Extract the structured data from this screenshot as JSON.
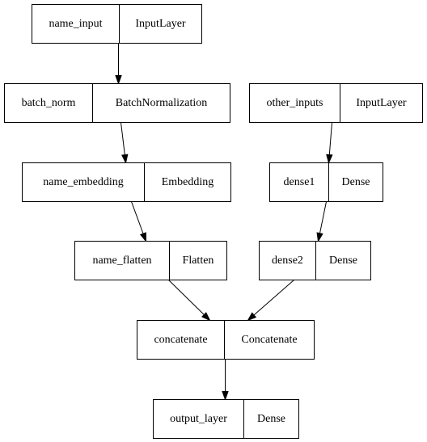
{
  "diagram": {
    "type": "keras-model-plot",
    "nodes": [
      {
        "id": "name_input",
        "name": "name_input",
        "layer_type": "InputLayer"
      },
      {
        "id": "batch_norm",
        "name": "batch_norm",
        "layer_type": "BatchNormalization"
      },
      {
        "id": "other_inputs",
        "name": "other_inputs",
        "layer_type": "InputLayer"
      },
      {
        "id": "name_embedding",
        "name": "name_embedding",
        "layer_type": "Embedding"
      },
      {
        "id": "dense1",
        "name": "dense1",
        "layer_type": "Dense"
      },
      {
        "id": "name_flatten",
        "name": "name_flatten",
        "layer_type": "Flatten"
      },
      {
        "id": "dense2",
        "name": "dense2",
        "layer_type": "Dense"
      },
      {
        "id": "concatenate",
        "name": "concatenate",
        "layer_type": "Concatenate"
      },
      {
        "id": "output_layer",
        "name": "output_layer",
        "layer_type": "Dense"
      }
    ],
    "edges": [
      {
        "from": "name_input",
        "to": "batch_norm"
      },
      {
        "from": "batch_norm",
        "to": "name_embedding"
      },
      {
        "from": "name_embedding",
        "to": "name_flatten"
      },
      {
        "from": "other_inputs",
        "to": "dense1"
      },
      {
        "from": "dense1",
        "to": "dense2"
      },
      {
        "from": "name_flatten",
        "to": "concatenate"
      },
      {
        "from": "dense2",
        "to": "concatenate"
      },
      {
        "from": "concatenate",
        "to": "output_layer"
      }
    ]
  }
}
